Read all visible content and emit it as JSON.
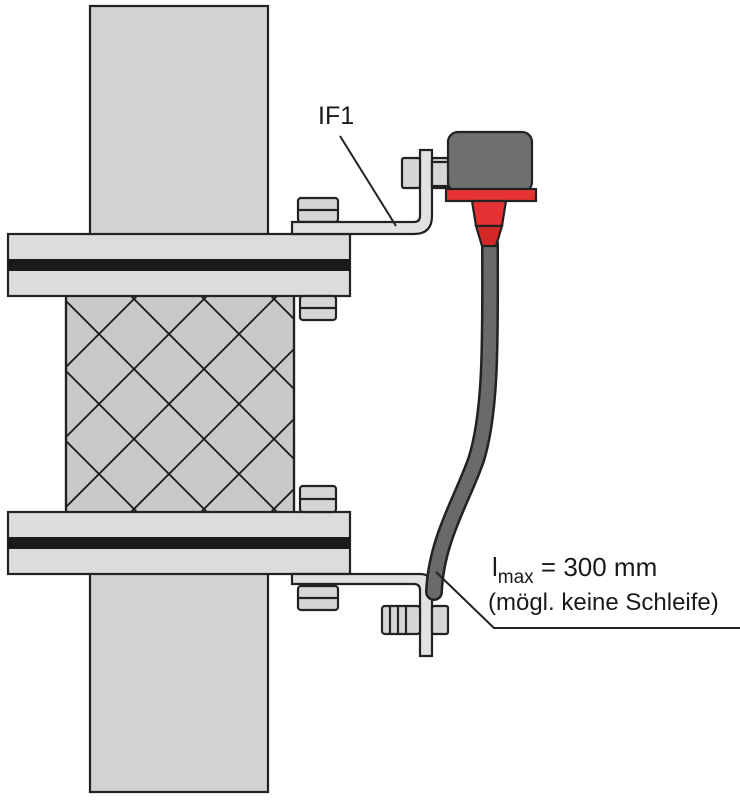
{
  "labels": {
    "bracket_id": "IF1",
    "length_symbol": "l",
    "length_subscript": "max",
    "length_value": " = 300 mm",
    "note": "(mögl. keine Schleife)"
  },
  "colors": {
    "pipe_fill": "#d2d2d2",
    "flange_fill": "#dcdcdc",
    "gasket": "#1a1a1a",
    "hose_fill": "#c9c9c9",
    "braid_line": "#1a1a1a",
    "sensor_housing": "#6f6f6f",
    "sensor_collar": "#e63232",
    "cable": "#6a6a6a",
    "outline": "#222222"
  }
}
